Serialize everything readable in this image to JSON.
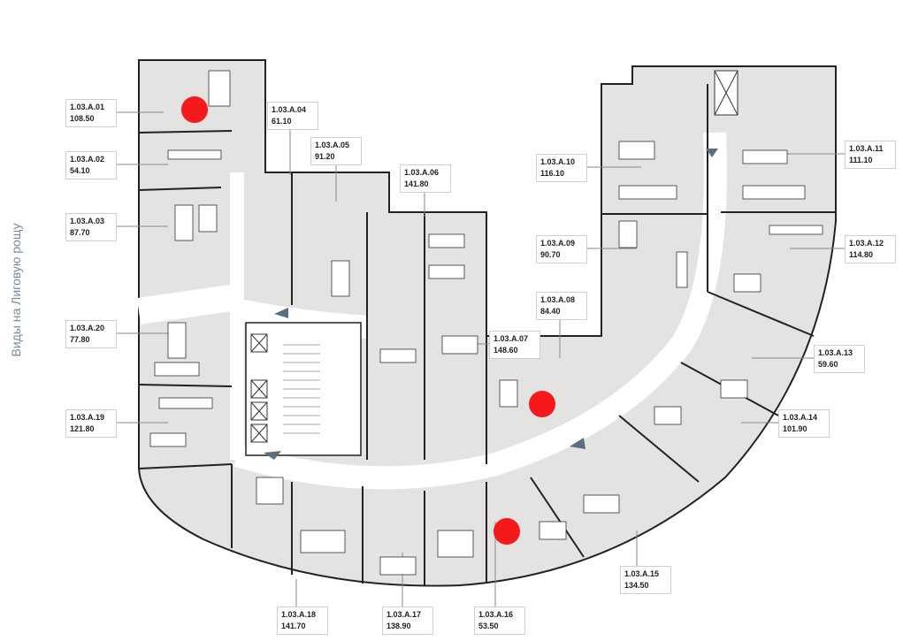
{
  "side_caption": "Виды на Лиговую рощу",
  "units": [
    {
      "id": "1.03.A.01",
      "area": "108.50",
      "available": true
    },
    {
      "id": "1.03.A.02",
      "area": "54.10",
      "available": false
    },
    {
      "id": "1.03.A.03",
      "area": "87.70",
      "available": false
    },
    {
      "id": "1.03.A.04",
      "area": "61.10",
      "available": false
    },
    {
      "id": "1.03.A.05",
      "area": "91.20",
      "available": false
    },
    {
      "id": "1.03.A.06",
      "area": "141.80",
      "available": false
    },
    {
      "id": "1.03.A.07",
      "area": "148.60",
      "available": false
    },
    {
      "id": "1.03.A.08",
      "area": "84.40",
      "available": true
    },
    {
      "id": "1.03.A.09",
      "area": "90.70",
      "available": false
    },
    {
      "id": "1.03.A.10",
      "area": "116.10",
      "available": false
    },
    {
      "id": "1.03.A.11",
      "area": "111.10",
      "available": false
    },
    {
      "id": "1.03.A.12",
      "area": "114.80",
      "available": false
    },
    {
      "id": "1.03.A.13",
      "area": "59.60",
      "available": false
    },
    {
      "id": "1.03.A.14",
      "area": "101.90",
      "available": false
    },
    {
      "id": "1.03.A.15",
      "area": "134.50",
      "available": false
    },
    {
      "id": "1.03.A.16",
      "area": "53.50",
      "available": true
    },
    {
      "id": "1.03.A.17",
      "area": "138.90",
      "available": false
    },
    {
      "id": "1.03.A.18",
      "area": "141.70",
      "available": false
    },
    {
      "id": "1.03.A.19",
      "area": "121.80",
      "available": false
    },
    {
      "id": "1.03.A.20",
      "area": "77.80",
      "available": false
    }
  ],
  "colors": {
    "floor": "#e4e3e1",
    "marker": "#f5191c",
    "caption": "#7c8a98"
  }
}
